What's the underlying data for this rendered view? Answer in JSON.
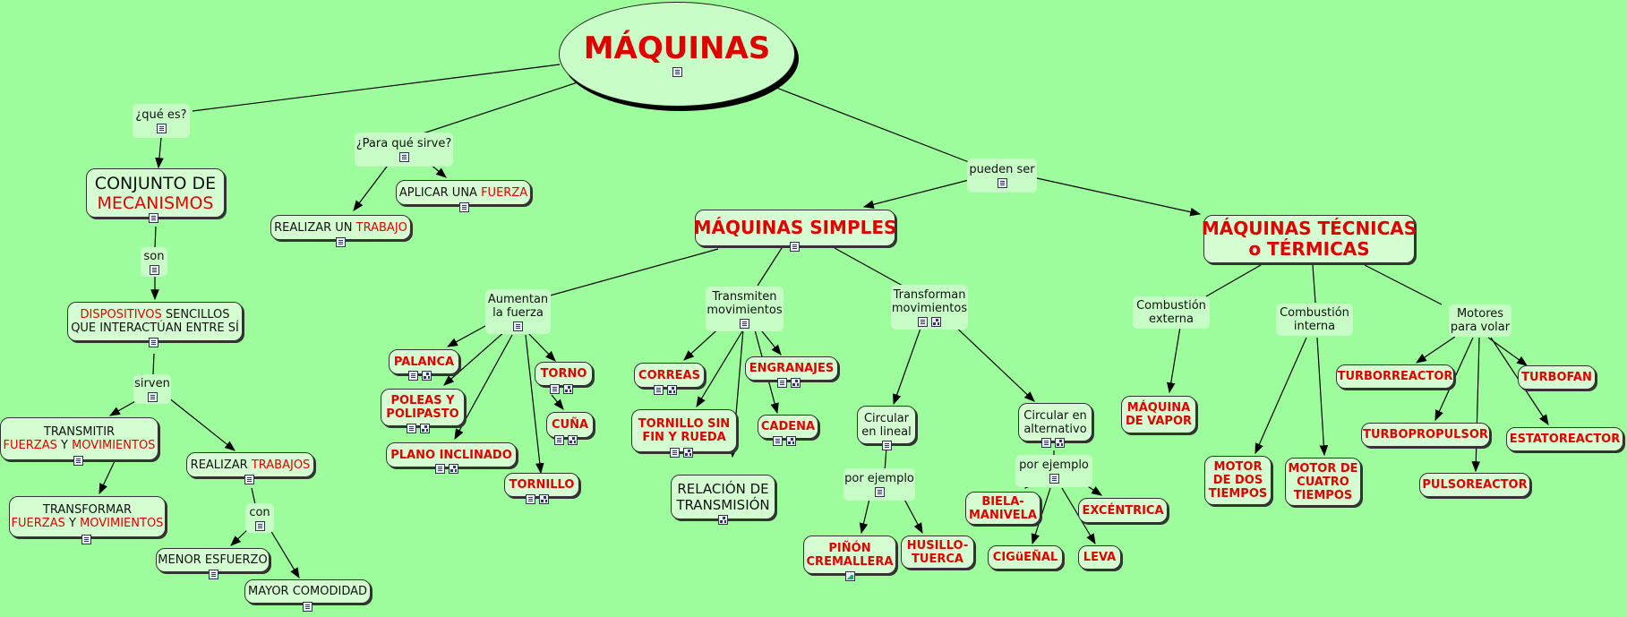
{
  "root": {
    "title": "MÁQUINAS"
  },
  "links": {
    "que_es": "¿qué es?",
    "para_que": "¿Para qué sirve?",
    "pueden_ser": "pueden ser",
    "son": "son",
    "sirven": "sirven",
    "con": "con",
    "aumentan": [
      "Aumentan",
      "la fuerza"
    ],
    "transmiten": [
      "Transmiten",
      "movimientos"
    ],
    "transforman": [
      "Transforman",
      "movimientos"
    ],
    "por_ejemplo_1": "por ejemplo",
    "por_ejemplo_2": "por ejemplo",
    "comb_externa": [
      "Combustión",
      "externa"
    ],
    "comb_interna": [
      "Combustión",
      "interna"
    ],
    "motores_volar": [
      "Motores",
      "para volar"
    ]
  },
  "nodes": {
    "conjunto": {
      "line1": "CONJUNTO DE",
      "line2": "MECANISMOS"
    },
    "dispositivos": {
      "hl": "DISPOSITIVOS",
      "rest": " SENCILLOS",
      "line2": "QUE INTERACTÚAN ENTRE SÍ"
    },
    "transmitir": {
      "line1": "TRANSMITIR",
      "a": "FUERZAS",
      "y": " Y ",
      "b": "MOVIMIENTOS"
    },
    "transformar": {
      "line1": "TRANSFORMAR",
      "a": "FUERZAS",
      "y": " Y ",
      "b": "MOVIMIENTOS"
    },
    "realizar_trabajos": {
      "pre": "REALIZAR ",
      "hl": "TRABAJOS"
    },
    "menor": "MENOR ESFUERZO",
    "mayor": "MAYOR COMODIDAD",
    "realizar_trabajo": {
      "pre": "REALIZAR UN ",
      "hl": "TRABAJO"
    },
    "aplicar": {
      "pre": "APLICAR UNA ",
      "hl": "FUERZA"
    },
    "simples": "MÁQUINAS SIMPLES",
    "tecnicas": {
      "line1": "MÁQUINAS TÉCNICAS",
      "line2": "o TÉRMICAS"
    },
    "palanca": "PALANCA",
    "poleas": {
      "line1": "POLEAS Y",
      "line2": "POLIPASTO"
    },
    "plano": "PLANO INCLINADO",
    "torno": "TORNO",
    "cuna": "CUÑA",
    "tornillo": "TORNILLO",
    "correas": "CORREAS",
    "engranajes": "ENGRANAJES",
    "cadena": "CADENA",
    "sinfin": {
      "line1": "TORNILLO SIN",
      "line2": "FIN Y RUEDA"
    },
    "relacion": {
      "line1": "RELACIÓN DE",
      "line2": "TRANSMISIÓN"
    },
    "circ_lineal": {
      "line1": "Circular",
      "line2": "en lineal"
    },
    "circ_alt": {
      "line1": "Circular en",
      "line2": "alternativo"
    },
    "pinon": {
      "line1": "PIÑÓN",
      "line2": "CREMALLERA"
    },
    "husillo": {
      "line1": "HUSILLO-",
      "line2": "TUERCA"
    },
    "biela": {
      "line1": "BIELA-",
      "line2": "MANIVELA"
    },
    "excentrica": "EXCÉNTRICA",
    "ciguenal": "CIGüEÑAL",
    "leva": "LEVA",
    "vapor": {
      "line1": "MÁQUINA",
      "line2": "DE VAPOR"
    },
    "dos_tiempos": {
      "line1": "MOTOR",
      "line2": "DE DOS",
      "line3": "TIEMPOS"
    },
    "cuatro_tiempos": {
      "line1": "MOTOR DE",
      "line2": "CUATRO",
      "line3": "TIEMPOS"
    },
    "turborreactor": "TURBORREACTOR",
    "turbofan": "TURBOFAN",
    "turbopropulsor": "TURBOPROPULSOR",
    "estatorreactor": "ESTATOREACTOR",
    "pulsoreactor": "PULSOREACTOR"
  },
  "icons": {
    "document": "document-icon",
    "concept_map": "concept-map-icon",
    "image": "image-icon"
  },
  "colors": {
    "background": "#9dfd9c",
    "node_fill": "#d4fdd2",
    "highlight_text": "#e00000"
  }
}
